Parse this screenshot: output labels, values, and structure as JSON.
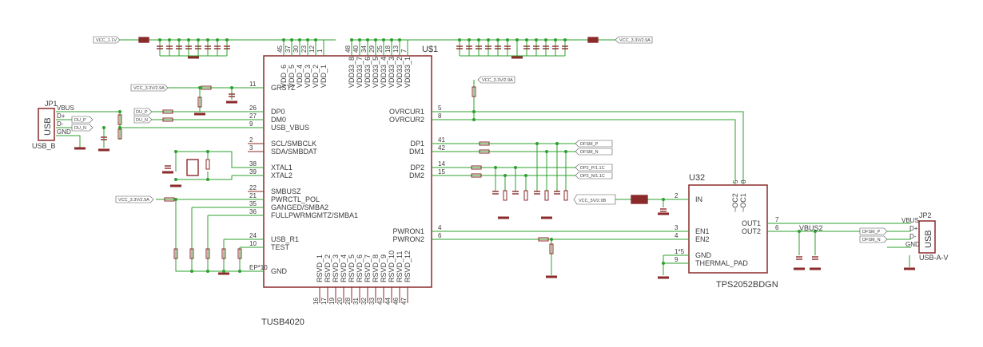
{
  "colors": {
    "wire": "#2ca02c",
    "part": "#8b2a2a",
    "text": "#3a3a3a",
    "junction": "#2ca02c"
  },
  "u1": {
    "name": "U$1",
    "value": "TUSB4020",
    "left_pins": [
      {
        "num": "11",
        "name": "GRSTZ"
      },
      {
        "num": "26",
        "name": "DP0"
      },
      {
        "num": "27",
        "name": "DM0"
      },
      {
        "num": "9",
        "name": "USB_VBUS"
      },
      {
        "num": "2",
        "name": "SCL/SMBCLK"
      },
      {
        "num": "3",
        "name": "SDA/SMBDAT"
      },
      {
        "num": "38",
        "name": "XTAL1"
      },
      {
        "num": "39",
        "name": "XTAL2"
      },
      {
        "num": "22",
        "name": "SMBUSZ"
      },
      {
        "num": "21",
        "name": "PWRCTL_POL"
      },
      {
        "num": "35",
        "name": "GANGED/SMBA2"
      },
      {
        "num": "36",
        "name": "FULLPWRMGMTZ/SMBA1"
      },
      {
        "num": "24",
        "name": "USB_R1"
      },
      {
        "num": "10",
        "name": "TEST"
      },
      {
        "num": "EP*10",
        "name": "GND"
      }
    ],
    "right_pins": [
      {
        "num": "5",
        "name": "OVRCUR1"
      },
      {
        "num": "8",
        "name": "OVRCUR2"
      },
      {
        "num": "41",
        "name": "DP1"
      },
      {
        "num": "42",
        "name": "DM1"
      },
      {
        "num": "14",
        "name": "DP2"
      },
      {
        "num": "15",
        "name": "DM2"
      },
      {
        "num": "4",
        "name": "PWRON1"
      },
      {
        "num": "6",
        "name": "PWRON2"
      }
    ],
    "top_pins": [
      {
        "num": "45",
        "name": "VDD_6"
      },
      {
        "num": "37",
        "name": "VDD_5"
      },
      {
        "num": "30",
        "name": "VDD_4"
      },
      {
        "num": "23",
        "name": "VDD_3"
      },
      {
        "num": "12",
        "name": "VDD_2"
      },
      {
        "num": "1",
        "name": "VDD_1"
      },
      {
        "num": "48",
        "name": "VDD33_8"
      },
      {
        "num": "40",
        "name": "VDD33_7"
      },
      {
        "num": "34",
        "name": "VDD33_6"
      },
      {
        "num": "29",
        "name": "VDD33_5"
      },
      {
        "num": "25",
        "name": "VDD33_4"
      },
      {
        "num": "18",
        "name": "VDD33_3"
      },
      {
        "num": "13",
        "name": "VDD33_2"
      },
      {
        "num": "7",
        "name": "VDD33_1"
      }
    ],
    "bottom_pins": [
      {
        "num": "16",
        "name": "RSVD_1"
      },
      {
        "num": "17",
        "name": "RSVD_2"
      },
      {
        "num": "19",
        "name": "RSVD_3"
      },
      {
        "num": "20",
        "name": "RSVD_4"
      },
      {
        "num": "28",
        "name": "RSVD_5"
      },
      {
        "num": "31",
        "name": "RSVD_6"
      },
      {
        "num": "32",
        "name": "RSVD_7"
      },
      {
        "num": "33",
        "name": "RSVD_8"
      },
      {
        "num": "43",
        "name": "RSVD_9"
      },
      {
        "num": "44",
        "name": "RSVD_10"
      },
      {
        "num": "46",
        "name": "RSVD_11"
      },
      {
        "num": "47",
        "name": "RSVD_12"
      }
    ]
  },
  "u32": {
    "name": "U32",
    "value": "TPS2052BDGN",
    "left_pins": [
      {
        "num": "2",
        "name": "IN"
      },
      {
        "num": "3",
        "name": "EN1"
      },
      {
        "num": "4",
        "name": "EN2"
      },
      {
        "num": "1*5",
        "name": "GND"
      },
      {
        "num": "9",
        "name": "THERMAL_PAD"
      }
    ],
    "right_pins": [
      {
        "num": "7",
        "name": "OUT1"
      },
      {
        "num": "6",
        "name": "OUT2"
      }
    ],
    "top_pins": [
      {
        "num": "5",
        "name": "~OC2"
      },
      {
        "num": "8",
        "name": "~OC1"
      }
    ]
  },
  "jp1": {
    "name": "JP1",
    "value": "USB_B",
    "body": "USB",
    "pins": [
      "VBUS",
      "D+",
      "D-",
      "GND"
    ]
  },
  "jp2": {
    "name": "JP2",
    "value": "USB-A-V",
    "body": "USB",
    "pins": [
      "VBUS",
      "D+",
      "D-",
      "GND"
    ]
  },
  "nets": {
    "vcc11": "VCC_1.1V",
    "vcc33_top": "VCC_3.3V/2.9A",
    "vcc33_grstz": "VCC_3.3V/2.9A",
    "vcc33_oc": "VCC_3.3V/2.9A",
    "vcc33_pwr": "VCC_3.3V/2.9A",
    "vcc5": "VCC_5V/2.9B",
    "du_p": "DU_P",
    "du_n": "DU_N",
    "du_p2": "DU_P",
    "du_n2": "DU_N",
    "dfsm_p": "DFSM_P",
    "dfsm_n": "DFSM_N",
    "dp2_p": "DP2_P/1.1C",
    "dp2_n": "DP2_N/1.1C",
    "dfsm_p2": "DFSM_P",
    "dfsm_n2": "DFSM_N",
    "vbus2": "VBUS2"
  }
}
